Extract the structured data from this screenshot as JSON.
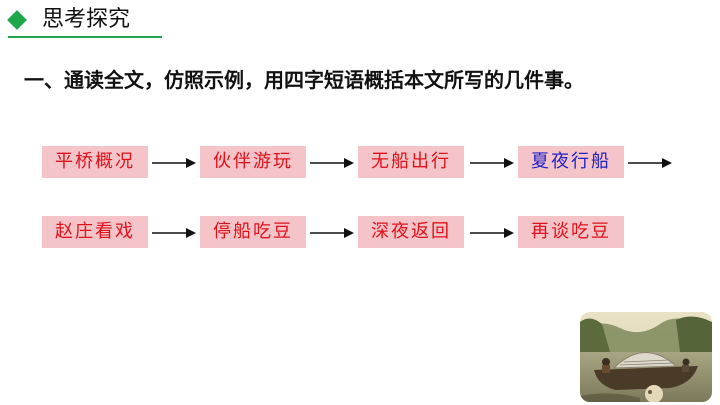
{
  "header": {
    "title": "思考探究",
    "accent_color": "#1fa84a"
  },
  "question": {
    "text": "一、通读全文，仿照示例，用四字短语概括本文所写的几件事。"
  },
  "events": {
    "row1": [
      "平桥概况",
      "伙伴游玩",
      "无船出行",
      "夏夜行船"
    ],
    "row2": [
      "赵庄看戏",
      "停船吃豆",
      "深夜返回",
      "再谈吃豆"
    ]
  },
  "colors": {
    "box_fill": "#f4c4c8",
    "text_red": "#e0111b",
    "text_blue": "#2020c8"
  },
  "icons": {
    "bullet": "diamond-icon",
    "connector": "arrow-right-icon"
  },
  "image": {
    "subject": "painting-boat-on-river"
  }
}
